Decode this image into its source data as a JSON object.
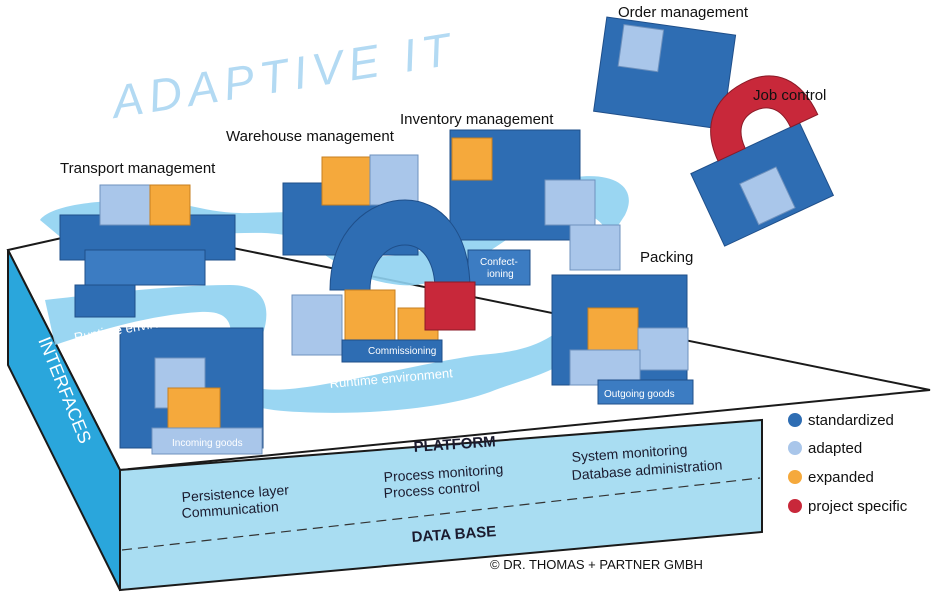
{
  "title": "ADAPTIVE IT",
  "modules": {
    "transport": "Transport management",
    "warehouse": "Warehouse management",
    "inventory": "Inventory management",
    "order": "Order management",
    "job": "Job control",
    "packing": "Packing"
  },
  "block_labels": {
    "confectioning_line1": "Confect-",
    "confectioning_line2": "ioning",
    "commissioning": "Commissioning",
    "incoming": "Incoming goods",
    "outgoing": "Outgoing goods"
  },
  "runtime": {
    "label1": "Runtime environment",
    "label2": "Runtime environment"
  },
  "interfaces": "INTERFACES",
  "platform": {
    "title": "PLATFORM",
    "col1_line1": "Persistence layer",
    "col1_line2": "Communication",
    "col2_line1": "Process monitoring",
    "col2_line2": "Process control",
    "col3_line1": "System monitoring",
    "col3_line2": "Database administration"
  },
  "database": "DATA BASE",
  "copyright": "© DR. THOMAS + PARTNER GMBH",
  "legend": [
    {
      "label": "standardized",
      "color": "#2e6db3"
    },
    {
      "label": "adapted",
      "color": "#a9c6ea"
    },
    {
      "label": "expanded",
      "color": "#f5a93c"
    },
    {
      "label": "project specific",
      "color": "#c8283a"
    }
  ]
}
